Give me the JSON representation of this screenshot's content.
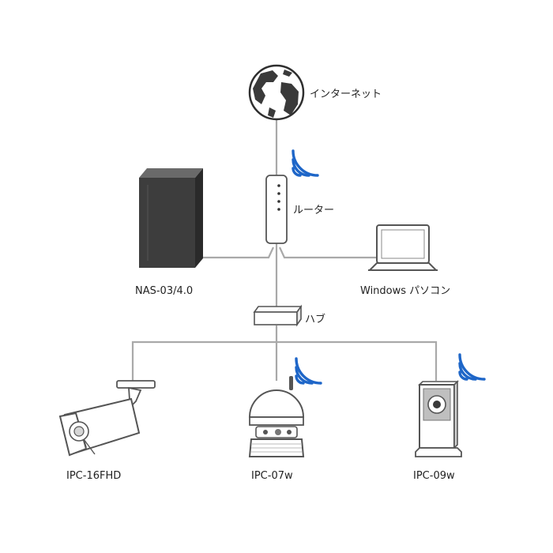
{
  "colors": {
    "cable": "#a9a9a9",
    "wifi": "#1e66c8",
    "nas_body": "#3d3d3d",
    "device_outline": "#555555"
  },
  "nodes": {
    "internet": {
      "label": "インターネット",
      "icon": "globe-icon"
    },
    "router": {
      "label": "ルーター",
      "icon": "router-icon",
      "wireless": true
    },
    "nas": {
      "label": "NAS-03/4.0",
      "icon": "nas-tower-icon"
    },
    "pc": {
      "label": "Windows パソコン",
      "icon": "laptop-icon"
    },
    "hub": {
      "label": "ハブ",
      "icon": "hub-icon"
    },
    "cam1": {
      "label": "IPC-16FHD",
      "icon": "bullet-camera-icon",
      "wireless": false
    },
    "cam2": {
      "label": "IPC-07w",
      "icon": "dome-camera-icon",
      "wireless": true
    },
    "cam3": {
      "label": "IPC-09w",
      "icon": "box-camera-icon",
      "wireless": true
    }
  }
}
